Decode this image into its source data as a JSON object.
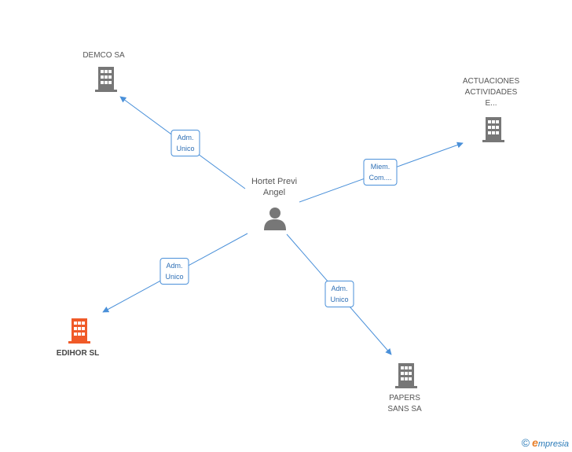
{
  "center": {
    "name_line1": "Hortet Previ",
    "name_line2": "Angel",
    "icon": "person-icon"
  },
  "companies": [
    {
      "id": "demco",
      "name_lines": [
        "DEMCO SA"
      ],
      "icon": "building-icon",
      "color": "#777777"
    },
    {
      "id": "actuaciones",
      "name_lines": [
        "ACTUACIONES",
        "ACTIVIDADES",
        "E..."
      ],
      "icon": "building-icon",
      "color": "#777777"
    },
    {
      "id": "edihor",
      "name_lines": [
        "EDIHOR SL"
      ],
      "icon": "building-icon",
      "color": "#f05a28",
      "highlight": true
    },
    {
      "id": "papers",
      "name_lines": [
        "PAPERS",
        "SANS SA"
      ],
      "icon": "building-icon",
      "color": "#777777"
    }
  ],
  "relations": [
    {
      "to": "demco",
      "label_line1": "Adm.",
      "label_line2": "Unico"
    },
    {
      "to": "actuaciones",
      "label_line1": "Miem.",
      "label_line2": "Com...."
    },
    {
      "to": "edihor",
      "label_line1": "Adm.",
      "label_line2": "Unico"
    },
    {
      "to": "papers",
      "label_line1": "Adm.",
      "label_line2": "Unico"
    }
  ],
  "colors": {
    "edge": "#4a90d9",
    "node": "#777777",
    "highlight": "#f05a28"
  },
  "footer": {
    "copyright": "©",
    "brand_e": "e",
    "brand_rest": "mpresia"
  }
}
